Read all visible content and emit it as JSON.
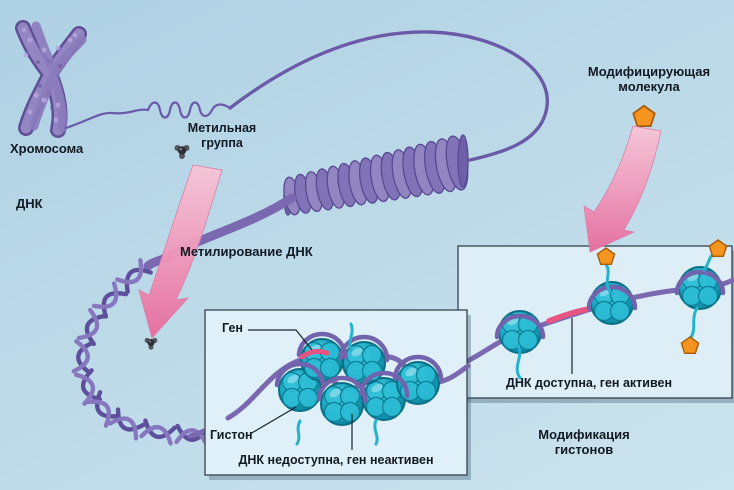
{
  "labels": {
    "chromosome": "Хромосома",
    "dna": "ДНК",
    "methyl_group": "Метильная группа",
    "dna_methylation": "Метилирование ДНК",
    "modifying_molecule": "Модифицирующая молекула",
    "gene": "Ген",
    "histone": "Гистон",
    "dna_inaccessible": "ДНК недоступна, ген неактивен",
    "dna_accessible": "ДНК доступна, ген активен",
    "histone_modification": "Модификация гистонов"
  },
  "icons": {
    "methyl_icon": "methyl-group-molecule",
    "modifying_icon": "orange-pentagon",
    "nucleosome_icon": "teal-histone-sphere"
  },
  "colors": {
    "background": "#bcd9e8",
    "dna_strand": "#7a69b1",
    "chromosome": "#8f7fbc",
    "arrow": "#ee86ad",
    "nucleosome": "#1aa8c2",
    "modifier": "#f5941f",
    "active_gene_segment": "#e8537f",
    "histone_tail": "#25b2cc",
    "panel": "#ddeef7",
    "text": "#121a24"
  }
}
